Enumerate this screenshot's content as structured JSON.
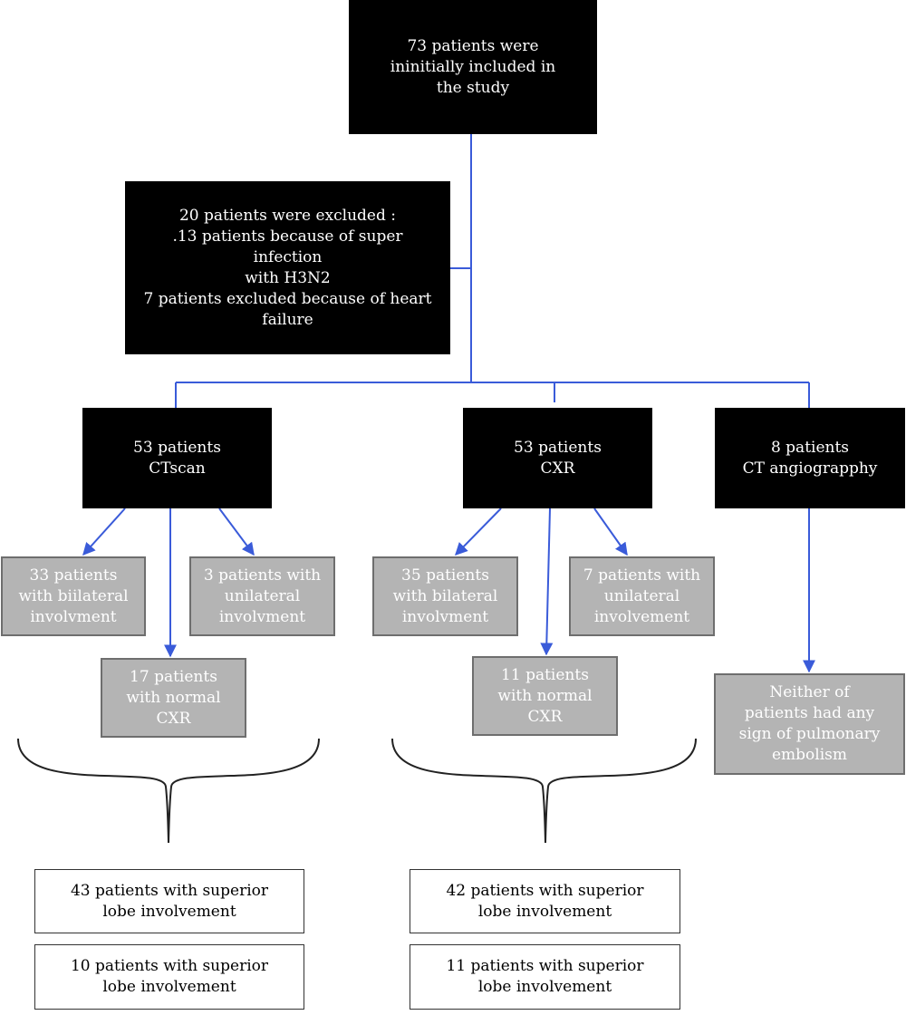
{
  "colors": {
    "connector": "#3a5bd9",
    "brace": "#222222",
    "black_box": "#000000",
    "gray_box": "#b4b4b4"
  },
  "nodes": {
    "initial": [
      "73 patients were",
      "ininitially included in",
      "the study"
    ],
    "excluded": [
      "20 patients were excluded :",
      ".13 patients because of super infection",
      "with H3N2",
      "7 patients excluded because of heart",
      "failure"
    ],
    "ctscan": [
      "53 patients",
      "CTscan"
    ],
    "cxr": [
      "53 patients",
      "CXR"
    ],
    "cta": [
      "8 patients",
      "CT angiograpphy"
    ],
    "ct_bilateral": [
      "33 patients",
      "with biilateral",
      "involvment"
    ],
    "ct_unilateral": [
      "3 patients with",
      "unilateral",
      "involvment"
    ],
    "ct_normal": [
      "17 patients",
      "with normal",
      "CXR"
    ],
    "cxr_bilateral": [
      "35 patients",
      "with bilateral",
      "involvment"
    ],
    "cxr_unilateral": [
      "7 patients with",
      "unilateral",
      "involvement"
    ],
    "cxr_normal": [
      "11 patients",
      "with normal",
      "CXR"
    ],
    "cta_result": [
      "Neither of",
      "patients had any",
      "sign of pulmonary",
      "embolism"
    ],
    "ct_superior_1": [
      "43 patients with superior",
      "lobe involvement"
    ],
    "ct_superior_2": [
      "10 patients with superior",
      "lobe involvement"
    ],
    "cxr_superior_1": [
      "42 patients with superior",
      "lobe involvement"
    ],
    "cxr_superior_2": [
      "11 patients with superior",
      "lobe involvement"
    ]
  }
}
